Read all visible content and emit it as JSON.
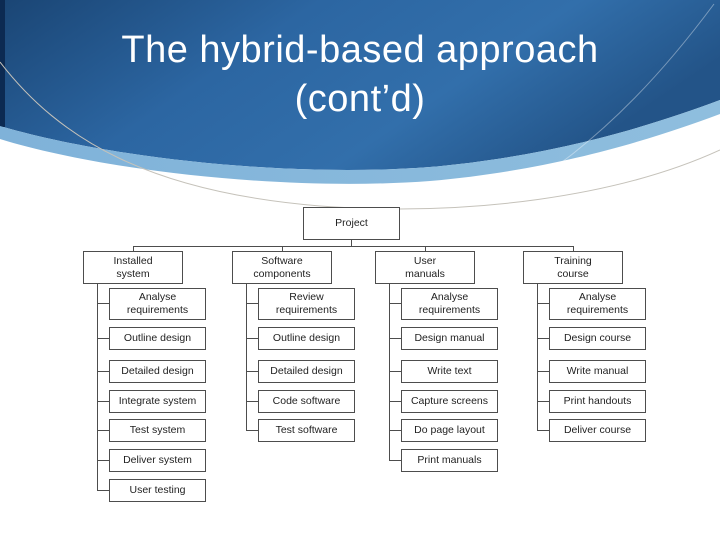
{
  "slide": {
    "title_line1": "The hybrid-based approach",
    "title_line2": "(cont’d)"
  },
  "diagram": {
    "root_label": "Project",
    "branches": [
      {
        "label": "Installed\nsystem",
        "tasks": [
          "Analyse\nrequirements",
          "Outline design",
          "Detailed design",
          "Integrate system",
          "Test system",
          "Deliver system",
          "User testing"
        ]
      },
      {
        "label": "Software\ncomponents",
        "tasks": [
          "Review\nrequirements",
          "Outline design",
          "Detailed design",
          "Code software",
          "Test software"
        ]
      },
      {
        "label": "User\nmanuals",
        "tasks": [
          "Analyse\nrequirements",
          "Design manual",
          "Write text",
          "Capture screens",
          "Do page layout",
          "Print manuals"
        ]
      },
      {
        "label": "Training\ncourse",
        "tasks": [
          "Analyse\nrequirements",
          "Design course",
          "Write manual",
          "Print handouts",
          "Deliver course"
        ]
      }
    ]
  },
  "colors": {
    "header_blue": "#2c66a2",
    "header_blue_dark": "#1a4574",
    "header_blue_bright": "#326fab",
    "band_light_blue": "#7fb2d9",
    "left_edge_navy": "#0c2a52",
    "title_text": "#ffffff",
    "box_border": "#4d4d4d",
    "box_text": "#1f1f1f",
    "connector": "#4d4d4d"
  }
}
